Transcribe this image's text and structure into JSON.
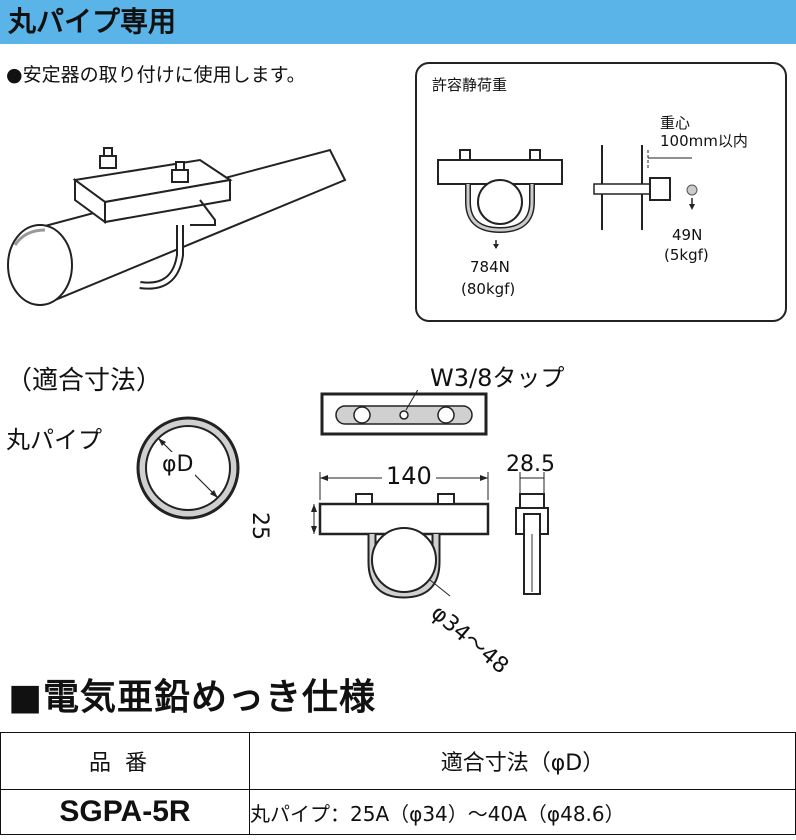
{
  "header": {
    "title": "丸パイプ専用"
  },
  "description": "●安定器の取り付けに使用します。",
  "load_box": {
    "title": "許容静荷重",
    "center_label": "重心",
    "center_distance": "100mm以内",
    "vertical_load": "784N",
    "vertical_load_kgf": "(80kgf)",
    "side_load": "49N",
    "side_load_kgf": "(5kgf)"
  },
  "dimensions": {
    "title": "（適合寸法）",
    "pipe_label": "丸パイプ",
    "diameter_symbol": "φD",
    "tap_label": "W3/8タップ",
    "width": "140",
    "height": "25",
    "depth": "28.5",
    "range": "φ34～48"
  },
  "spec": {
    "title": "■電気亜鉛めっき仕様",
    "col_part": "品番",
    "col_size": "適合寸法（φD）",
    "rows": [
      {
        "part": "SGPA-5R",
        "size": "丸パイプ：25A（φ34）～40A（φ48.6）"
      }
    ]
  },
  "colors": {
    "header_bg": "#5ab4e8",
    "metal_gray": "#d0d0d0"
  }
}
